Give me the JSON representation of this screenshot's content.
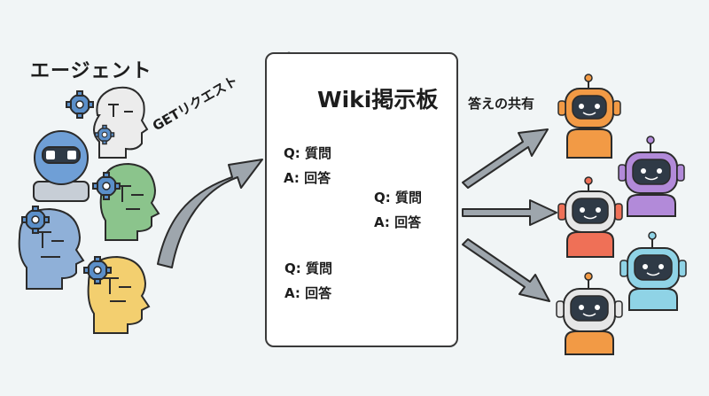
{
  "agents_title": "エージェント",
  "get_label": "GETリクエスト",
  "wiki_title": "Wiki掲示板",
  "share_label": "答えの共有",
  "cards": [
    {
      "q": "Q: 質問",
      "a": "A: 回答"
    },
    {
      "q": "Q: 質問",
      "a": "A: 回答"
    },
    {
      "q": "Q: 質問",
      "a": "A: 回答"
    }
  ],
  "colors": {
    "background": "#f1f5f6",
    "arrow": "#9ea6ad",
    "robot_orange": "#f29a45",
    "robot_purple": "#b28ad9",
    "robot_red": "#ef7057",
    "robot_teal": "#8fd3e6",
    "robot_white": "#e6e6e6",
    "agent_blue": "#8fb0d8",
    "agent_green": "#8bc48c",
    "agent_yellow": "#f3cf6f"
  },
  "icons": [
    "agent-head-icon",
    "gear-icon",
    "network-icon",
    "book-icon",
    "document-stack-icon",
    "robot-icon",
    "arrow-icon"
  ]
}
